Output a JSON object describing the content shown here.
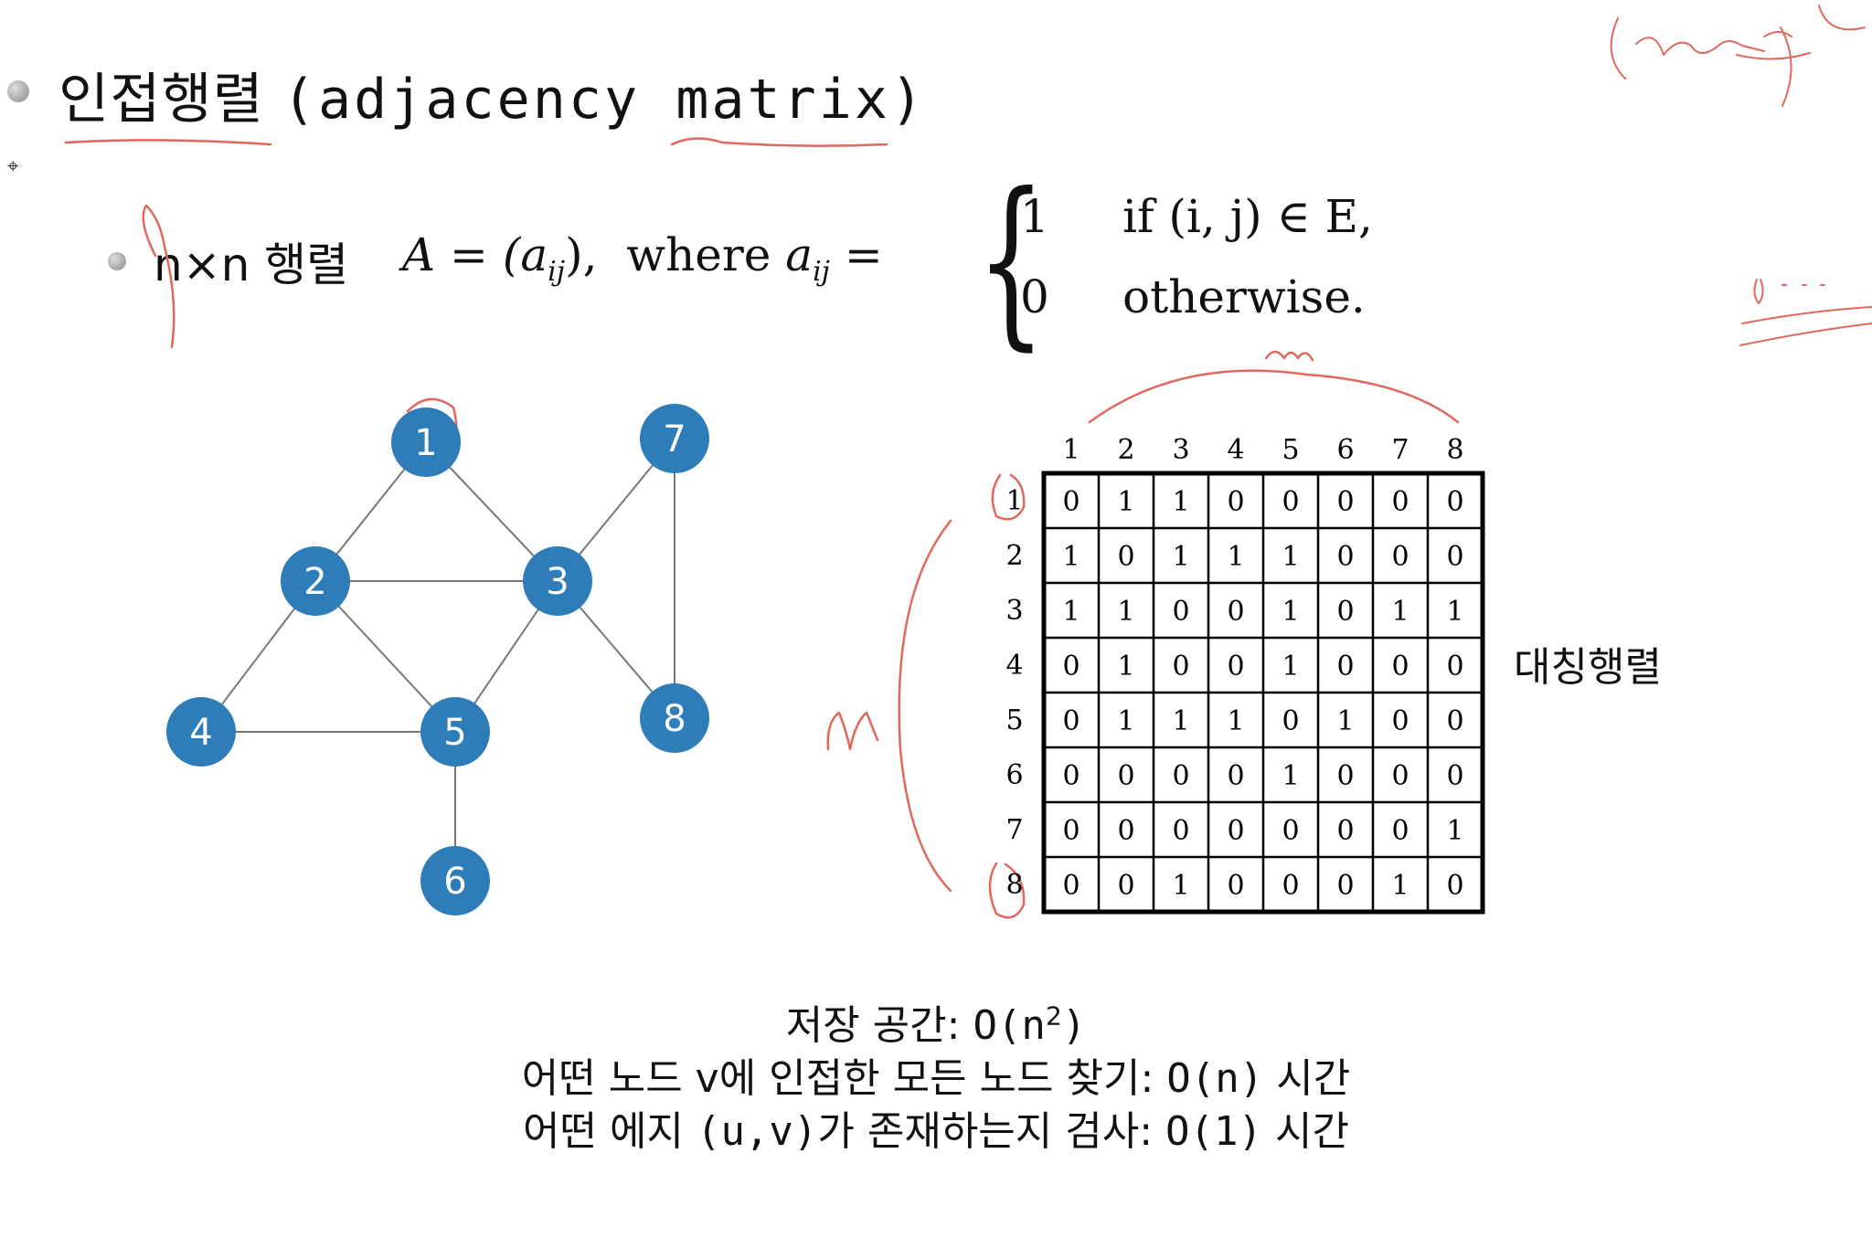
{
  "title": {
    "korean": "인접행렬",
    "english": "(adjacency matrix)"
  },
  "definition": {
    "lead": "n×n 행렬",
    "expr_A": "A",
    "expr_eq": "=",
    "expr_aij": "(a",
    "expr_sub": "ij",
    "expr_close": "),",
    "where": "where",
    "aij": "a",
    "aij_sub": "ij",
    "eq2": "=",
    "case1_value": "1",
    "case1_condition": "if (i, j) ∈ E,",
    "case2_value": "0",
    "case2_condition": "otherwise."
  },
  "graph": {
    "node_color": "#2e7db8",
    "nodes": [
      {
        "id": "1",
        "label": "1"
      },
      {
        "id": "2",
        "label": "2"
      },
      {
        "id": "3",
        "label": "3"
      },
      {
        "id": "4",
        "label": "4"
      },
      {
        "id": "5",
        "label": "5"
      },
      {
        "id": "6",
        "label": "6"
      },
      {
        "id": "7",
        "label": "7"
      },
      {
        "id": "8",
        "label": "8"
      }
    ],
    "edges": [
      [
        "1",
        "2"
      ],
      [
        "1",
        "3"
      ],
      [
        "2",
        "3"
      ],
      [
        "2",
        "4"
      ],
      [
        "2",
        "5"
      ],
      [
        "3",
        "5"
      ],
      [
        "3",
        "7"
      ],
      [
        "3",
        "8"
      ],
      [
        "4",
        "5"
      ],
      [
        "5",
        "6"
      ],
      [
        "7",
        "8"
      ]
    ]
  },
  "matrix": {
    "col_headers": [
      "1",
      "2",
      "3",
      "4",
      "5",
      "6",
      "7",
      "8"
    ],
    "row_headers": [
      "1",
      "2",
      "3",
      "4",
      "5",
      "6",
      "7",
      "8"
    ],
    "rows": [
      [
        "0",
        "1",
        "1",
        "0",
        "0",
        "0",
        "0",
        "0"
      ],
      [
        "1",
        "0",
        "1",
        "1",
        "1",
        "0",
        "0",
        "0"
      ],
      [
        "1",
        "1",
        "0",
        "0",
        "1",
        "0",
        "1",
        "1"
      ],
      [
        "0",
        "1",
        "0",
        "0",
        "1",
        "0",
        "0",
        "0"
      ],
      [
        "0",
        "1",
        "1",
        "1",
        "0",
        "1",
        "0",
        "0"
      ],
      [
        "0",
        "0",
        "0",
        "0",
        "1",
        "0",
        "0",
        "0"
      ],
      [
        "0",
        "0",
        "0",
        "0",
        "0",
        "0",
        "0",
        "1"
      ],
      [
        "0",
        "0",
        "1",
        "0",
        "0",
        "0",
        "1",
        "0"
      ]
    ],
    "label": "대칭행렬"
  },
  "annotations": {
    "ink_color": "#e0685c",
    "top_right_scribble": "(repre",
    "right_scribble": "0 · · ·",
    "n_mark": "n"
  },
  "footer": {
    "storage_prefix": "저장 공간: ",
    "storage_mono": "O(n",
    "storage_sup": "2",
    "storage_end": ")",
    "line2_a": "어떤 노드 v에 인접한 모든 노드 찾기: ",
    "line2_mono": "O(n)",
    "line2_b": " 시간",
    "line3_a": "어떤 에지 ",
    "line3_mono": "(u,v)",
    "line3_b": "가 존재하는지 검사: ",
    "line3_mono2": "O(1)",
    "line3_c": " 시간"
  }
}
